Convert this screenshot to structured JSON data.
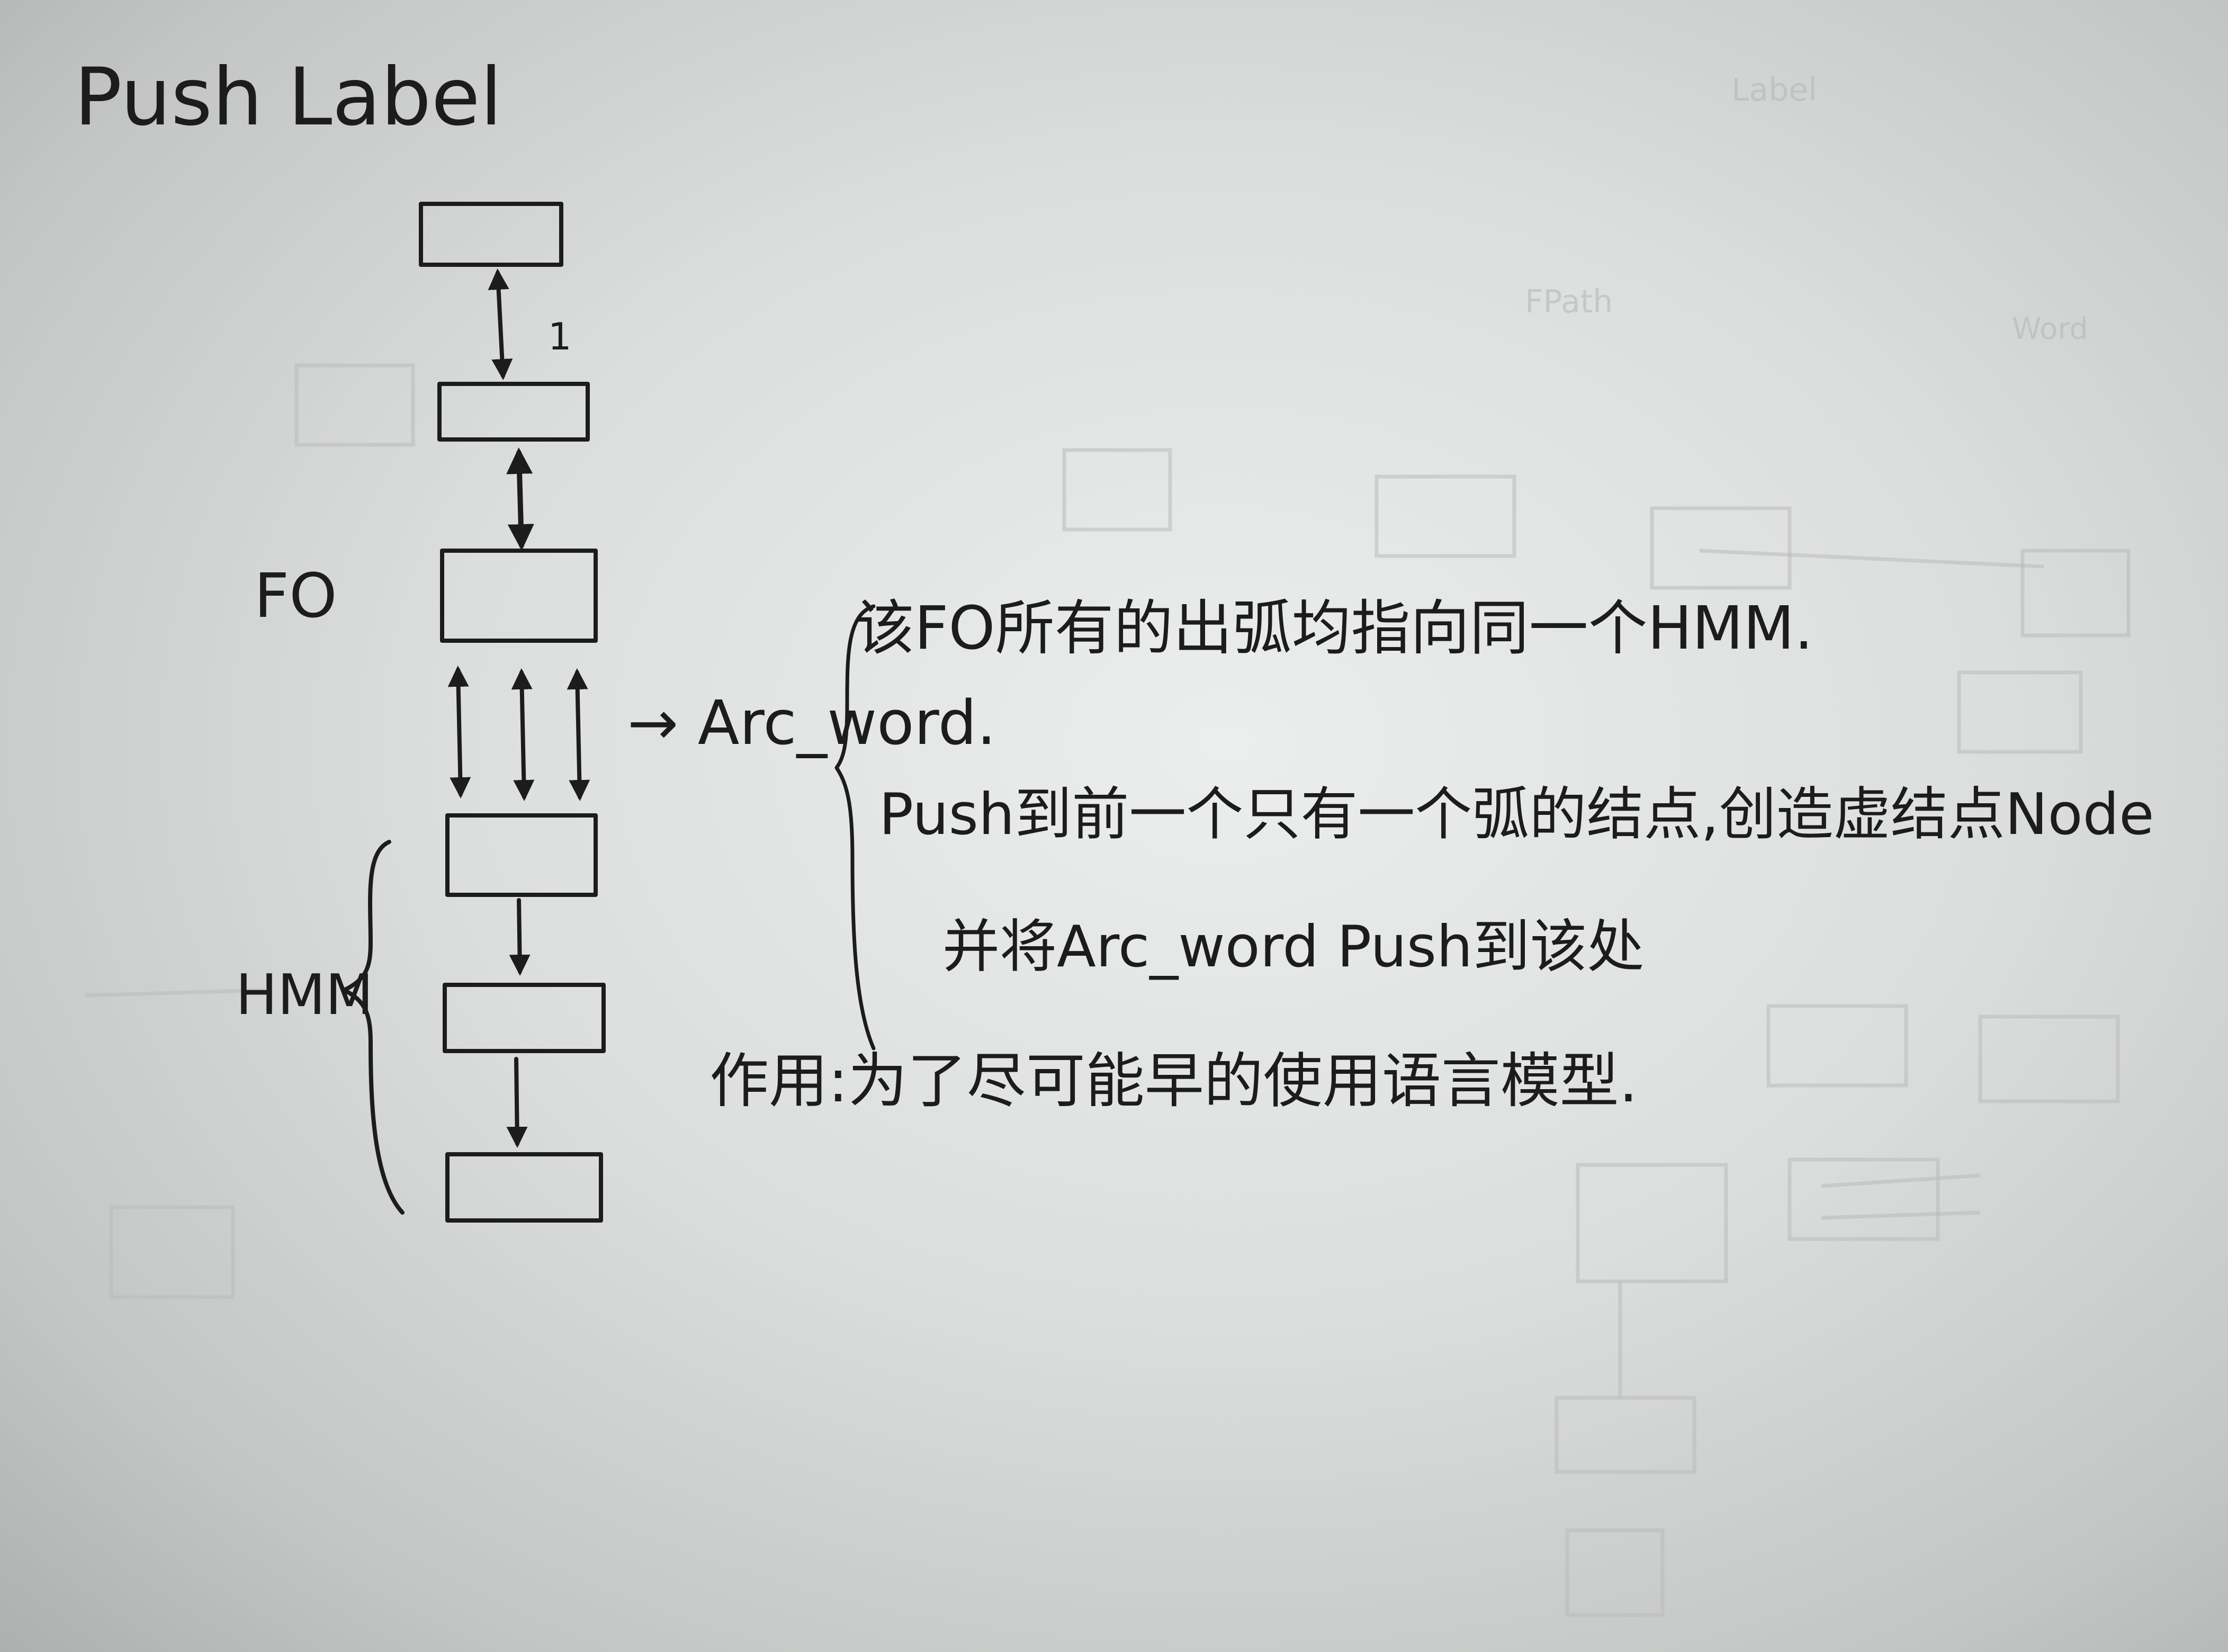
{
  "title": "Push Label",
  "diagram": {
    "weight_label": "1",
    "fo_label": "FO",
    "hmm_label": "HMM",
    "arc_label": "→ Arc_word."
  },
  "notes": {
    "line1": "该FO所有的出弧均指向同一个HMM.",
    "line2": "Push到前一个只有一个弧的结点,创造虚结点Node",
    "line3": "并将Arc_word Push到该处",
    "line4": "作用:为了尽可能早的使用语言模型."
  }
}
